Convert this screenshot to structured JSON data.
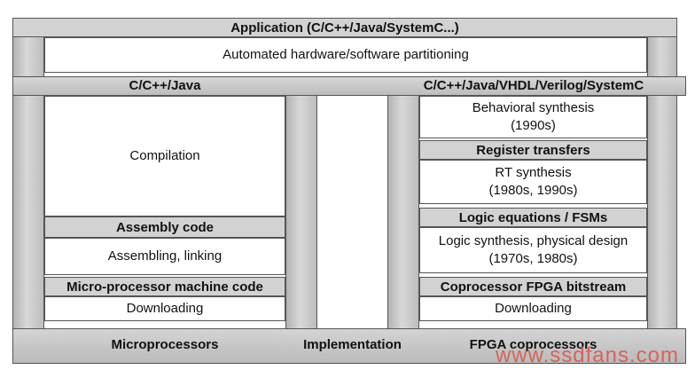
{
  "top": {
    "application": "Application (C/C++/Java/SystemC...)",
    "partitioning": "Automated hardware/software partitioning"
  },
  "left": {
    "header": "C/C++/Java",
    "compilation": "Compilation",
    "assembly_code": "Assembly code",
    "assembling": "Assembling, linking",
    "machine_code": "Micro-processor machine code",
    "downloading": "Downloading"
  },
  "right": {
    "header": "C/C++/Java/VHDL/Verilog/SystemC",
    "behavioral_line1": "Behavioral synthesis",
    "behavioral_line2": "(1990s)",
    "register_transfers": "Register transfers",
    "rt_line1": "RT synthesis",
    "rt_line2": "(1980s, 1990s)",
    "logic_equations": "Logic equations / FSMs",
    "logic_line1": "Logic synthesis, physical design",
    "logic_line2": "(1970s, 1980s)",
    "bitstream": "Coprocessor FPGA bitstream",
    "downloading": "Downloading"
  },
  "base": {
    "microprocessors": "Microprocessors",
    "implementation": "Implementation",
    "fpga": "FPGA coprocessors"
  },
  "watermark": "www.ssdfans.com"
}
